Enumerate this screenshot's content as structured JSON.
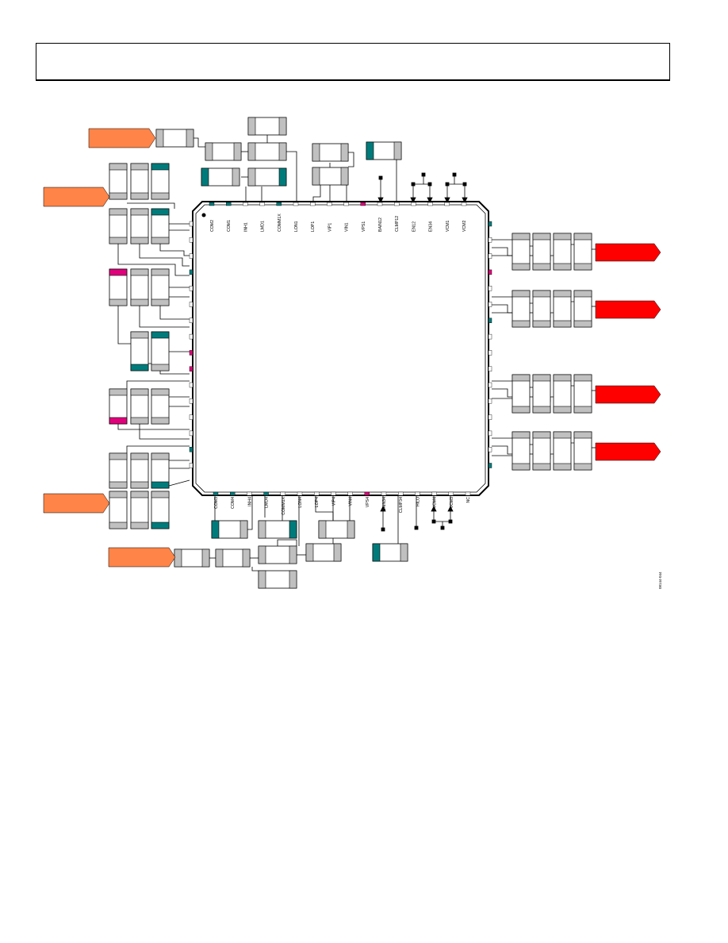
{
  "figure_id": "08144-044",
  "colors": {
    "input_arrow": "#FF8448",
    "output_arrow": "#FF0000",
    "pad_gray": "#C0C0C0",
    "pad_teal": "#007B7B",
    "pad_magenta": "#E0007B",
    "chip_outline": "#000000",
    "wire": "#000000"
  },
  "chip": {
    "top_pins": [
      "COM2",
      "COM1",
      "INH1",
      "LMD1",
      "COMM1X",
      "LON1",
      "LOP1",
      "VIP1",
      "VIN1",
      "VPS1",
      "BAIN12",
      "CLMP12",
      "EN12",
      "EN34",
      "VCM1",
      "VCM2"
    ],
    "bottom_pins": [
      "COM3",
      "COM4",
      "INH4",
      "LMD4",
      "COMM1X",
      "LON4",
      "LOP4",
      "VIP4",
      "VIN4",
      "VPS4",
      "BAIN34",
      "CLMP34",
      "HILO",
      "VCM4",
      "VCM3",
      "NC"
    ]
  },
  "input_arrows": [
    {
      "name": "input-arrow-1"
    },
    {
      "name": "input-arrow-2"
    },
    {
      "name": "input-arrow-3"
    },
    {
      "name": "input-arrow-4"
    }
  ],
  "output_arrows": [
    {
      "name": "output-arrow-1"
    },
    {
      "name": "output-arrow-2"
    },
    {
      "name": "output-arrow-3"
    },
    {
      "name": "output-arrow-4"
    }
  ]
}
